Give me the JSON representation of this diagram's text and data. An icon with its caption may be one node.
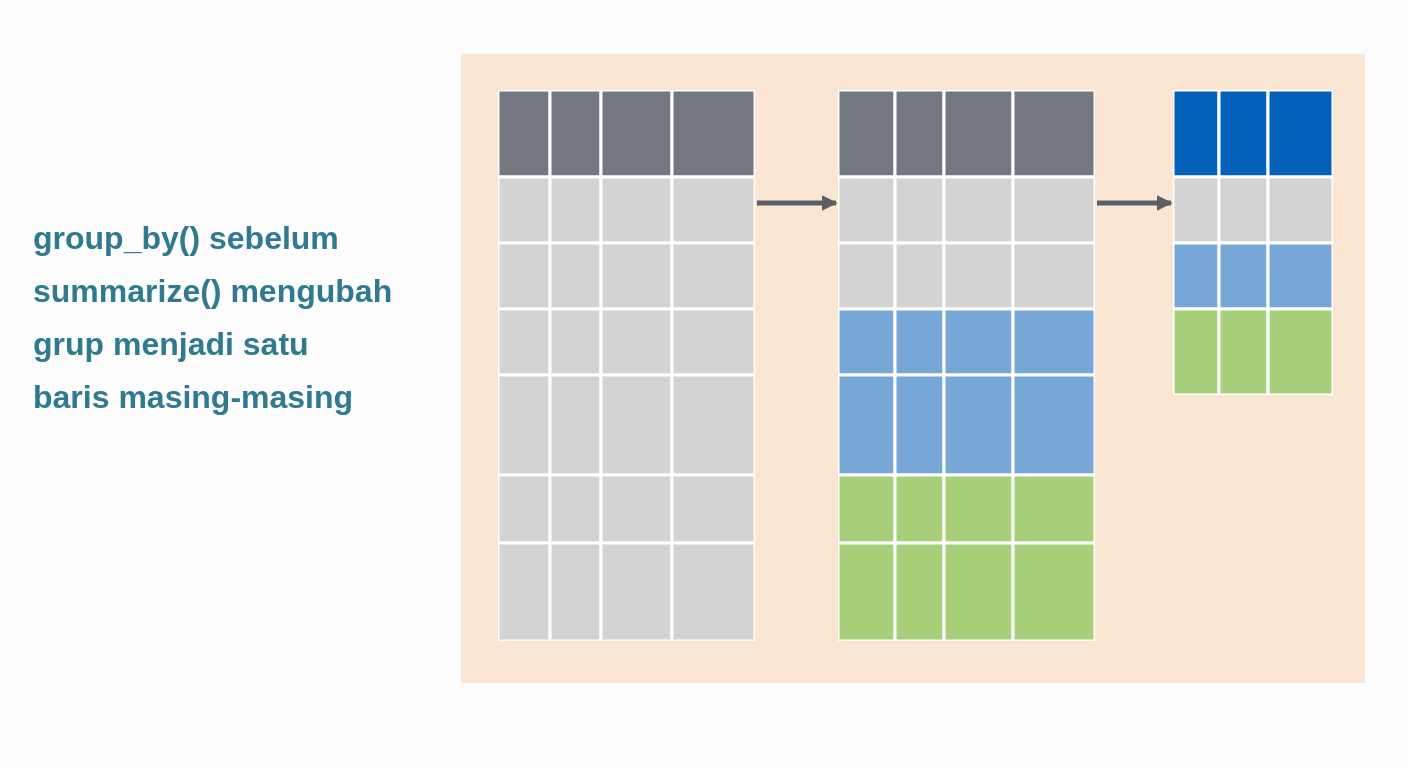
{
  "diagram": {
    "nodes": [
      {
        "text": [],
        "shape": "table"
      },
      {
        "text": [],
        "shape": "table"
      },
      {
        "text": [],
        "shape": "table"
      }
    ],
    "edges": [
      {
        "from": 0,
        "to": 1,
        "arrow": "to"
      },
      {
        "from": 1,
        "to": 2,
        "arrow": "to"
      }
    ],
    "labels": [
      "group_by() sebelum summarize() mengubah grup menjadi satu baris masing-masing"
    ]
  }
}
